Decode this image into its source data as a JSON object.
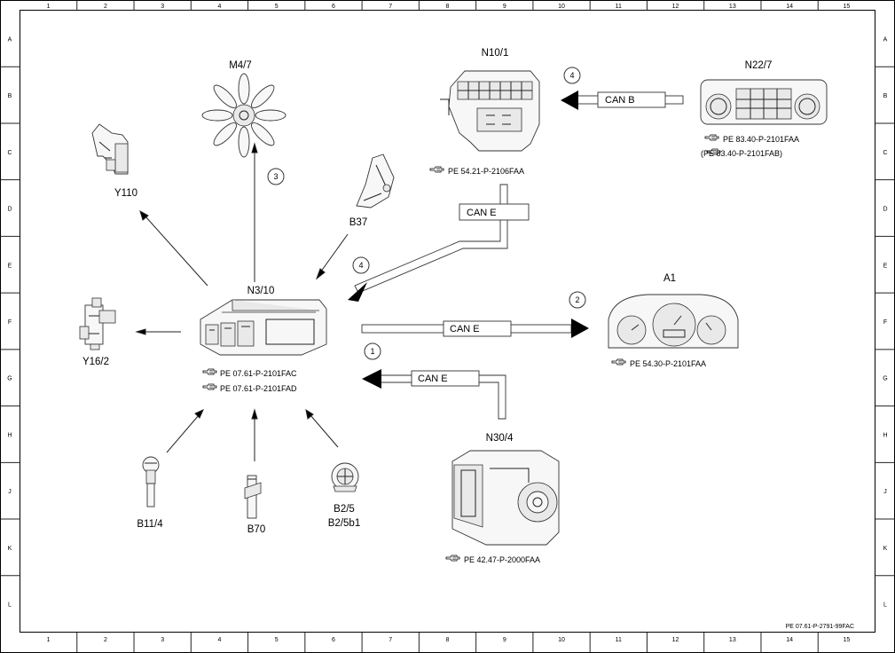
{
  "frame": {
    "columns": [
      "1",
      "2",
      "3",
      "4",
      "5",
      "6",
      "7",
      "8",
      "9",
      "10",
      "11",
      "12",
      "13",
      "14",
      "15"
    ],
    "rows": [
      "A",
      "B",
      "C",
      "D",
      "E",
      "F",
      "G",
      "H",
      "J",
      "K",
      "L"
    ],
    "doc_id": "PE 07.61-P-2791-99FAC"
  },
  "components": {
    "n3_10": {
      "label": "N3/10",
      "refs": [
        "PE 07.61-P-2101FAC",
        "PE 07.61-P-2101FAD"
      ]
    },
    "n10_1": {
      "label": "N10/1",
      "ref": "PE 54.21-P-2106FAA"
    },
    "n22_7": {
      "label": "N22/7",
      "refs": [
        "PE 83.40-P-2101FAA",
        "(PE 83.40-P-2101FAB)"
      ]
    },
    "a1": {
      "label": "A1",
      "ref": "PE 54.30-P-2101FAA"
    },
    "n30_4": {
      "label": "N30/4",
      "ref": "PE 42.47-P-2000FAA"
    },
    "m4_7": {
      "label": "M4/7"
    },
    "y110": {
      "label": "Y110"
    },
    "b37": {
      "label": "B37"
    },
    "y16_2": {
      "label": "Y16/2"
    },
    "b11_4": {
      "label": "B11/4"
    },
    "b70": {
      "label": "B70"
    },
    "b2_5": {
      "label_line1": "B2/5",
      "label_line2": "B2/5b1"
    }
  },
  "connections": {
    "can_b": "CAN B",
    "can_e_top": "CAN E",
    "can_e_a1": "CAN E",
    "can_e_n30": "CAN E",
    "callouts": [
      "4",
      "3",
      "4",
      "2",
      "1"
    ]
  },
  "icons": [
    "pointing-hand-icon",
    "fan-icon",
    "ecu-icon",
    "valve-icon",
    "pedal-sensor-icon",
    "sensor-icon",
    "instrument-cluster-icon",
    "climate-panel-icon",
    "abs-unit-icon",
    "fuse-box-icon"
  ]
}
